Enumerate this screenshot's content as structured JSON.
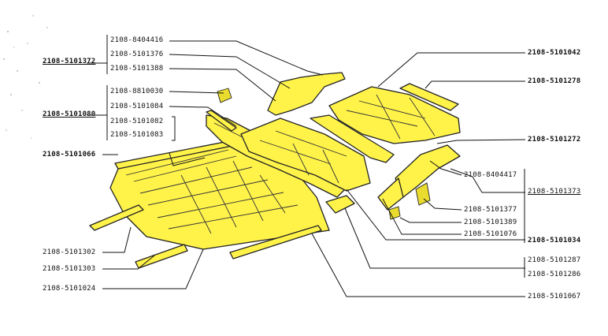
{
  "labels": {
    "l_8404416": "2108-8404416",
    "l_5101376": "2108-5101376",
    "l_5101372": "2108-5101372",
    "l_5101388": "2108-5101388",
    "l_8810030": "2108-8810030",
    "l_5101080": "2108-5101080",
    "l_5101084": "2108-5101084",
    "l_5101082": "2108-5101082",
    "l_5101083": "2108-5101083",
    "l_5101066": "2108-5101066",
    "l_5101302": "2108-5101302",
    "l_5101303": "2108-5101303",
    "l_5101024": "2108-5101024",
    "l_5101042": "2108-5101042",
    "l_5101278": "2108-5101278",
    "l_5101272": "2108-5101272",
    "l_8404417": "2108-8404417",
    "l_5101373": "2108-5101373",
    "l_5101377": "2108-5101377",
    "l_5101389": "2108-5101389",
    "l_5101076": "2108-5101076",
    "l_5101034": "2108-5101034",
    "l_5101287": "2108-5101287",
    "l_5101286": "2108-5101286",
    "l_5101067": "2108-5101067"
  },
  "colors": {
    "part_fill": "#fff34a",
    "outline": "#222222",
    "background": "#ffffff"
  }
}
